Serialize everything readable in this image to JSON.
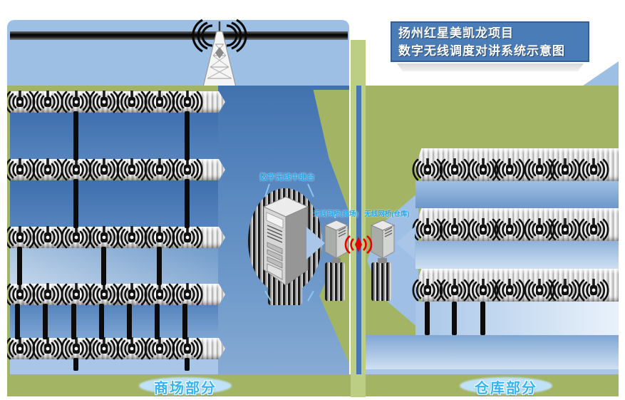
{
  "title_box": {
    "line1": "扬州红星美凯龙项目",
    "line2": "数字无线调度对讲系统示意图"
  },
  "sections": {
    "mall": {
      "label": "商场部分",
      "rows": 5,
      "antennas_per_row": 7
    },
    "warehouse": {
      "label": "仓库部分",
      "rows": 3,
      "antennas_per_row": 7
    }
  },
  "center_equipment": {
    "repeater_cabinet_label": "数字无线中继台",
    "bridge_left_label": "无线网桥(商场)",
    "bridge_right_label": "无线网桥(仓库)"
  },
  "icons": {
    "tower": "antenna-tower-icon",
    "indoor_antenna": "antenna-icon",
    "cabinet": "repeater-cabinet-icon",
    "wireless_bridge": "wireless-bridge-icon",
    "rf_link": "rf-link-icon"
  },
  "colors": {
    "sky_blue": "#9dbfe4",
    "panel_green": "#a3b464",
    "divider_green": "#bcce84",
    "band_blue_dark": "#4878b4",
    "band_blue_mid": "#7fa6d4",
    "band_blue_light": "#a9c6e8",
    "title_bg": "#4a7cb8",
    "title_border": "#335f97",
    "label_cyan": "#25a5e8",
    "section_label_cyan": "#33b4f4",
    "rf_red": "#e60000"
  }
}
